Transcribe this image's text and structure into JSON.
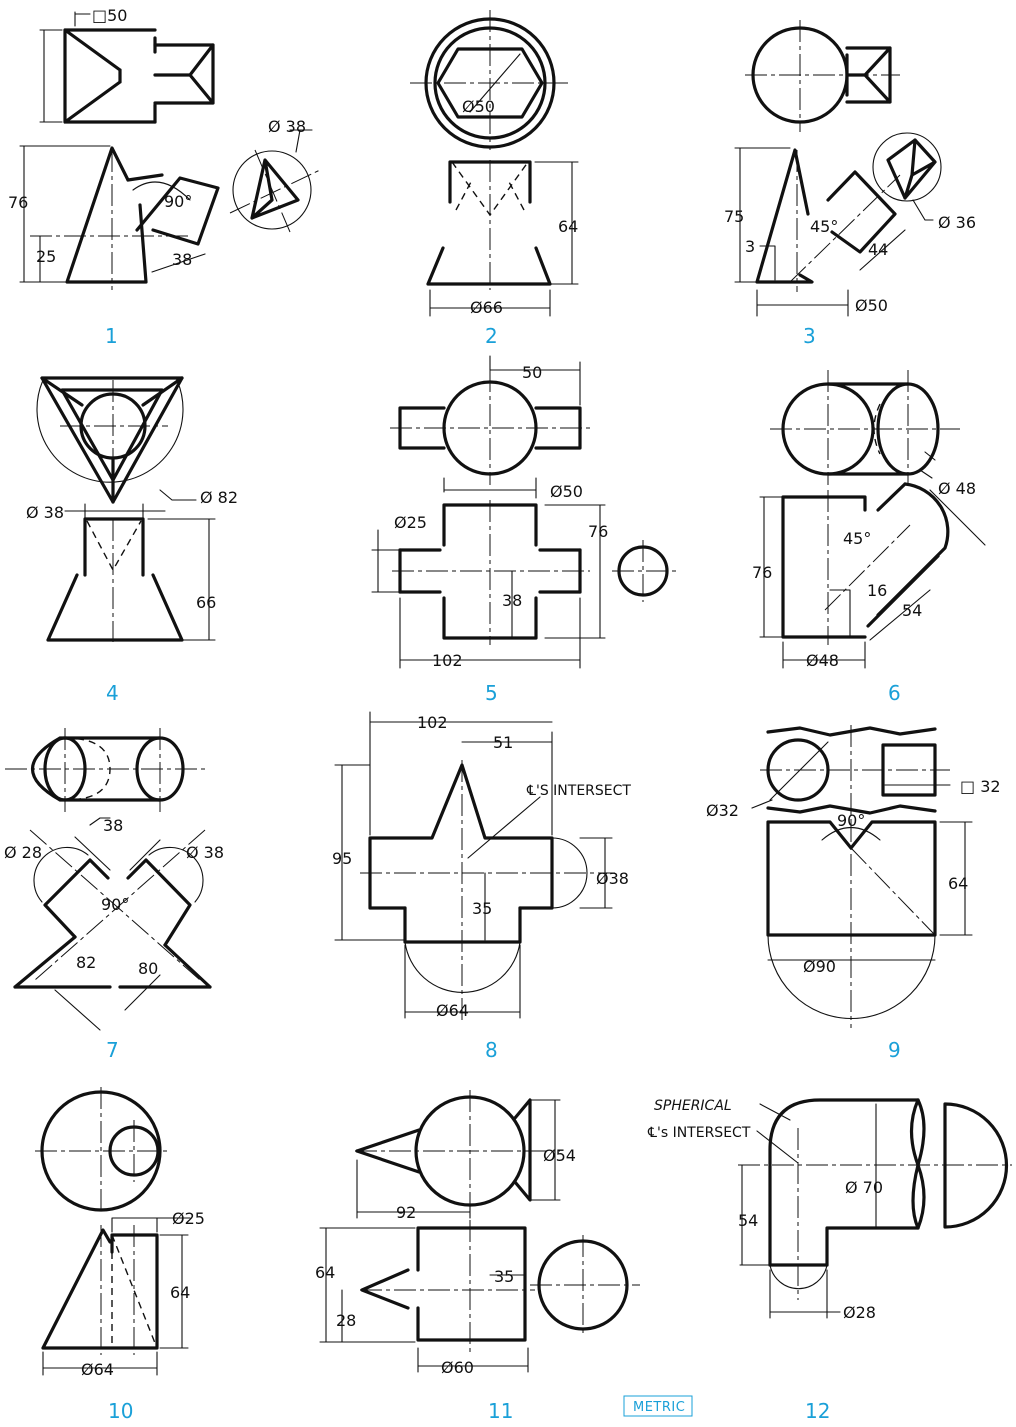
{
  "figure_numbers": [
    "1",
    "2",
    "3",
    "4",
    "5",
    "6",
    "7",
    "8",
    "9",
    "10",
    "11",
    "12"
  ],
  "badge": "METRIC",
  "p1": {
    "sq": "□50",
    "d1": "76",
    "d2": "25",
    "d3": "38",
    "ang": "90°",
    "dia": "Ø 38"
  },
  "p2": {
    "d1": "Ø50",
    "d2": "64",
    "d3": "Ø66"
  },
  "p3": {
    "d1": "75",
    "d2": "3",
    "ang": "45°",
    "d3": "44",
    "dia": "Ø 36",
    "d4": "Ø50"
  },
  "p4": {
    "d1": "Ø 38",
    "d2": "Ø 82",
    "d3": "66"
  },
  "p5": {
    "d1": "50",
    "d2": "Ø50",
    "d3": "Ø25",
    "d4": "76",
    "d5": "38",
    "d6": "102"
  },
  "p6": {
    "d1": "Ø 48",
    "ang": "45°",
    "d2": "76",
    "d3": "16",
    "d4": "54",
    "d5": "Ø48"
  },
  "p7": {
    "d1": "38",
    "d2": "Ø 28",
    "d3": "Ø 38",
    "ang": "90°",
    "d4": "82",
    "d5": "80"
  },
  "p8": {
    "d1": "102",
    "d2": "51",
    "note": "℄'S INTERSECT",
    "d3": "95",
    "d4": "Ø38",
    "d5": "35",
    "d6": "Ø64"
  },
  "p9": {
    "d1": "Ø32",
    "d2": "□ 32",
    "ang": "90°",
    "d3": "64",
    "d4": "Ø90"
  },
  "p10": {
    "d1": "Ø25",
    "d2": "64",
    "d3": "Ø64"
  },
  "p11": {
    "d1": "Ø54",
    "d2": "92",
    "d3": "64",
    "d4": "35",
    "d5": "28",
    "d6": "Ø60"
  },
  "p12": {
    "note1": "SPHERICAL",
    "note2": "℄'s INTERSECT",
    "d1": "Ø 70",
    "d2": "54",
    "d3": "Ø28"
  }
}
